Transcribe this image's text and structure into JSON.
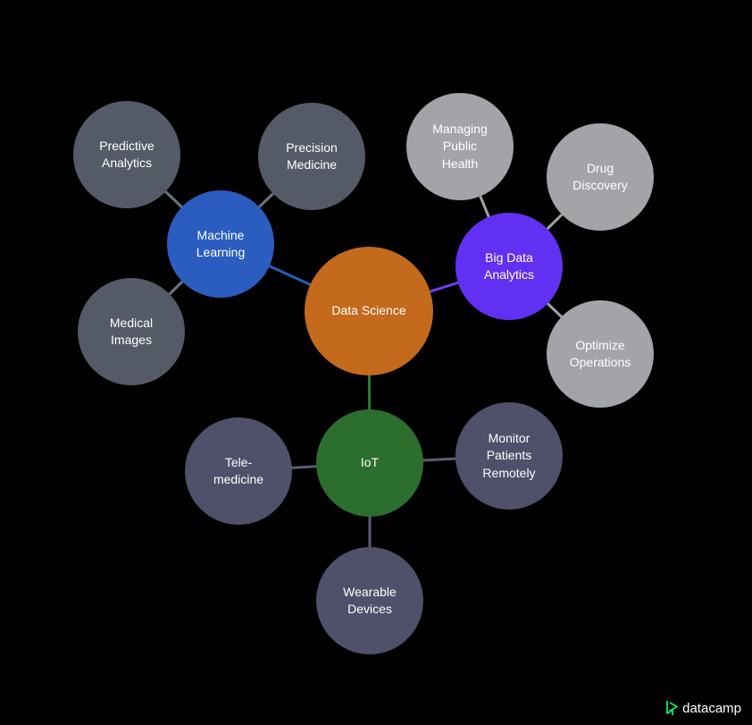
{
  "diagram": {
    "center": {
      "label": "Data Science",
      "color": "#C46A1C"
    },
    "hubs": [
      {
        "label": "Machine\nLearning",
        "color": "#2A5DBF",
        "link_color": "#2B5BB5"
      },
      {
        "label": "Big Data\nAnalytics",
        "color": "#6230F2",
        "link_color": "#6F3DF4"
      },
      {
        "label": "IoT",
        "color": "#2B6E2E",
        "link_color": "#2F7A34"
      }
    ],
    "leaves": {
      "machine_learning": [
        {
          "label": "Predictive\nAnalytics"
        },
        {
          "label": "Precision\nMedicine"
        },
        {
          "label": "Medical\nImages"
        }
      ],
      "big_data": [
        {
          "label": "Managing\nPublic\nHealth"
        },
        {
          "label": "Drug\nDiscovery"
        },
        {
          "label": "Optimize\nOperations"
        }
      ],
      "iot": [
        {
          "label": "Tele-\nmedicine"
        },
        {
          "label": "Monitor\nPatients\nRemotely"
        },
        {
          "label": "Wearable\nDevices"
        }
      ]
    },
    "colors": {
      "ml_leaf": "#545B66",
      "bd_leaf": "#A2A4A8",
      "iot_leaf": "#4F5069",
      "ml_leaf_link": "#6C727C",
      "bd_leaf_link": "#A0A2A6",
      "iot_leaf_link": "#5A5B73"
    }
  },
  "branding": {
    "logo_text": "datacamp",
    "logo_color": "#03EF62"
  }
}
